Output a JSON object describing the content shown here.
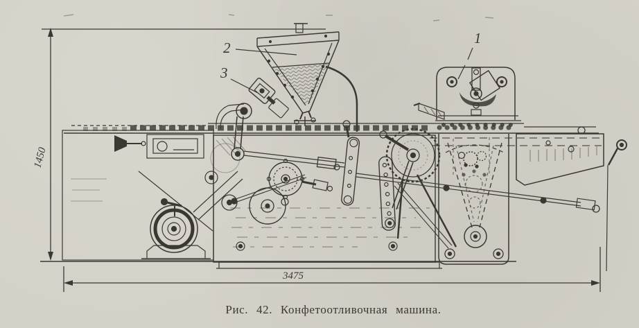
{
  "page": {
    "colors": {
      "paper": "#d4d1c8",
      "ink": "#3b3833"
    }
  },
  "figure": {
    "caption": "Рис. 42. Конфетоотливочная машина.",
    "height_dimension": "1450",
    "width_dimension": "3475",
    "callouts": {
      "cutter": "1",
      "hopper": "2",
      "valve": "3"
    }
  }
}
